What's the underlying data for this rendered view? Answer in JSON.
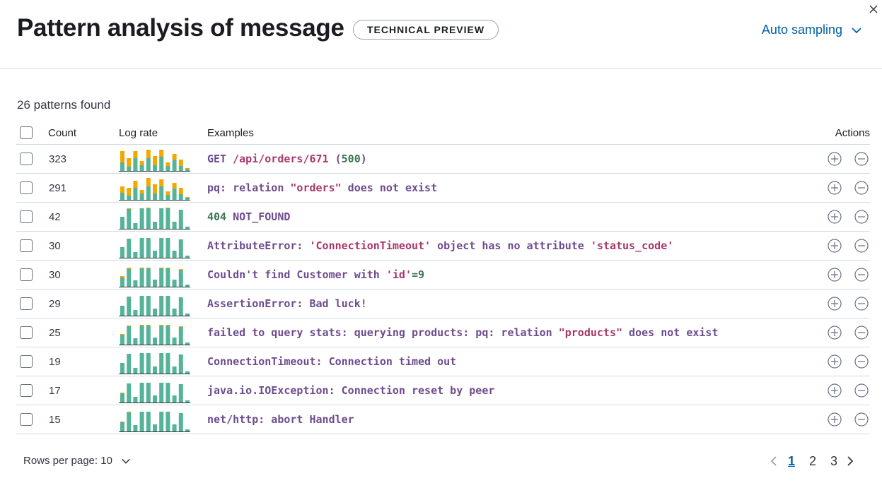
{
  "header": {
    "title": "Pattern analysis of message",
    "badge": "TECHNICAL PREVIEW",
    "sampling_label": "Auto sampling"
  },
  "summary": "26 patterns found",
  "table": {
    "columns": {
      "count": "Count",
      "log_rate": "Log rate",
      "examples": "Examples",
      "actions": "Actions"
    },
    "rows": [
      {
        "count": "323",
        "rate": [
          [
            12,
            16
          ],
          [
            6,
            12
          ],
          [
            18,
            10
          ],
          [
            8,
            6
          ],
          [
            18,
            12
          ],
          [
            8,
            13
          ],
          [
            20,
            10
          ],
          [
            7,
            5
          ],
          [
            16,
            8
          ],
          [
            7,
            9
          ],
          [
            3,
            1
          ]
        ],
        "example": [
          [
            "GET ",
            "tok"
          ],
          [
            "/api/orders/671",
            "hl"
          ],
          [
            " (",
            "tok"
          ],
          [
            "500",
            "num"
          ],
          [
            ")",
            "tok"
          ]
        ]
      },
      {
        "count": "291",
        "rate": [
          [
            10,
            9
          ],
          [
            6,
            11
          ],
          [
            17,
            10
          ],
          [
            9,
            5
          ],
          [
            19,
            12
          ],
          [
            9,
            13
          ],
          [
            19,
            10
          ],
          [
            7,
            5
          ],
          [
            16,
            8
          ],
          [
            8,
            9
          ],
          [
            3,
            1
          ]
        ],
        "example": [
          [
            "pq: relation ",
            "tok"
          ],
          [
            "\"orders\"",
            "hl"
          ],
          [
            " does not exist",
            "tok"
          ]
        ]
      },
      {
        "count": "42",
        "rate": [
          [
            17,
            0
          ],
          [
            28,
            1
          ],
          [
            8,
            0
          ],
          [
            29,
            0
          ],
          [
            29,
            1
          ],
          [
            10,
            0
          ],
          [
            29,
            0
          ],
          [
            29,
            1
          ],
          [
            10,
            0
          ],
          [
            27,
            0
          ],
          [
            3,
            0
          ]
        ],
        "example": [
          [
            "404",
            "num"
          ],
          [
            " NOT_FOUND",
            "tok"
          ]
        ]
      },
      {
        "count": "30",
        "rate": [
          [
            15,
            0
          ],
          [
            27,
            0
          ],
          [
            8,
            0
          ],
          [
            28,
            0
          ],
          [
            28,
            0
          ],
          [
            10,
            0
          ],
          [
            28,
            0
          ],
          [
            28,
            0
          ],
          [
            10,
            0
          ],
          [
            26,
            0
          ],
          [
            3,
            0
          ]
        ],
        "example": [
          [
            "AttributeError: ",
            "tok"
          ],
          [
            "'ConnectionTimeout'",
            "hl"
          ],
          [
            " object has no attribute ",
            "tok"
          ],
          [
            "'status_code'",
            "hl"
          ]
        ]
      },
      {
        "count": "30",
        "rate": [
          [
            13,
            2
          ],
          [
            25,
            2
          ],
          [
            9,
            0
          ],
          [
            26,
            1
          ],
          [
            26,
            1
          ],
          [
            10,
            0
          ],
          [
            26,
            1
          ],
          [
            26,
            1
          ],
          [
            10,
            0
          ],
          [
            24,
            1
          ],
          [
            3,
            0
          ]
        ],
        "example": [
          [
            "Couldn't find Customer with ",
            "tok"
          ],
          [
            "'id'",
            "hl"
          ],
          [
            "=9",
            "num"
          ]
        ]
      },
      {
        "count": "29",
        "rate": [
          [
            14,
            0
          ],
          [
            27,
            0
          ],
          [
            8,
            0
          ],
          [
            28,
            0
          ],
          [
            28,
            0
          ],
          [
            10,
            0
          ],
          [
            28,
            0
          ],
          [
            28,
            0
          ],
          [
            10,
            0
          ],
          [
            26,
            0
          ],
          [
            3,
            0
          ]
        ],
        "example": [
          [
            "AssertionError: Bad luck!",
            "tok"
          ]
        ]
      },
      {
        "count": "25",
        "rate": [
          [
            14,
            1
          ],
          [
            26,
            1
          ],
          [
            9,
            0
          ],
          [
            27,
            1
          ],
          [
            27,
            1
          ],
          [
            10,
            0
          ],
          [
            27,
            1
          ],
          [
            27,
            1
          ],
          [
            10,
            0
          ],
          [
            25,
            1
          ],
          [
            3,
            0
          ]
        ],
        "example": [
          [
            "failed to query stats: querying products: pq: relation ",
            "tok"
          ],
          [
            "\"products\"",
            "hl"
          ],
          [
            " does not exist",
            "tok"
          ]
        ]
      },
      {
        "count": "19",
        "rate": [
          [
            15,
            0
          ],
          [
            28,
            0
          ],
          [
            8,
            0
          ],
          [
            29,
            0
          ],
          [
            29,
            0
          ],
          [
            10,
            0
          ],
          [
            29,
            0
          ],
          [
            29,
            0
          ],
          [
            10,
            0
          ],
          [
            27,
            0
          ],
          [
            3,
            0
          ]
        ],
        "example": [
          [
            "ConnectionTimeout: Connection timed out",
            "tok"
          ]
        ]
      },
      {
        "count": "17",
        "rate": [
          [
            13,
            1
          ],
          [
            27,
            0
          ],
          [
            8,
            0
          ],
          [
            28,
            0
          ],
          [
            28,
            0
          ],
          [
            10,
            0
          ],
          [
            28,
            0
          ],
          [
            28,
            0
          ],
          [
            10,
            0
          ],
          [
            26,
            0
          ],
          [
            3,
            0
          ]
        ],
        "example": [
          [
            "java.io.IOException: Connection reset by peer",
            "tok"
          ]
        ]
      },
      {
        "count": "15",
        "rate": [
          [
            13,
            1
          ],
          [
            27,
            1
          ],
          [
            9,
            0
          ],
          [
            28,
            0
          ],
          [
            28,
            0
          ],
          [
            10,
            0
          ],
          [
            28,
            0
          ],
          [
            28,
            0
          ],
          [
            10,
            0
          ],
          [
            26,
            0
          ],
          [
            3,
            0
          ]
        ],
        "example": [
          [
            "net/http: abort Handler",
            "tok"
          ]
        ]
      }
    ]
  },
  "footer": {
    "rows_per_page": "Rows per page: 10",
    "pages": [
      "1",
      "2",
      "3"
    ],
    "active_page": "1"
  },
  "colors": {
    "bar_primary": "#54b399",
    "bar_secondary": "#f5a700",
    "link": "#0061a6",
    "highlight": "#a8376a"
  },
  "icons": [
    "close-icon",
    "chevron-down-icon",
    "plus-circle-icon",
    "minus-circle-icon",
    "chevron-left-icon",
    "chevron-right-icon"
  ]
}
